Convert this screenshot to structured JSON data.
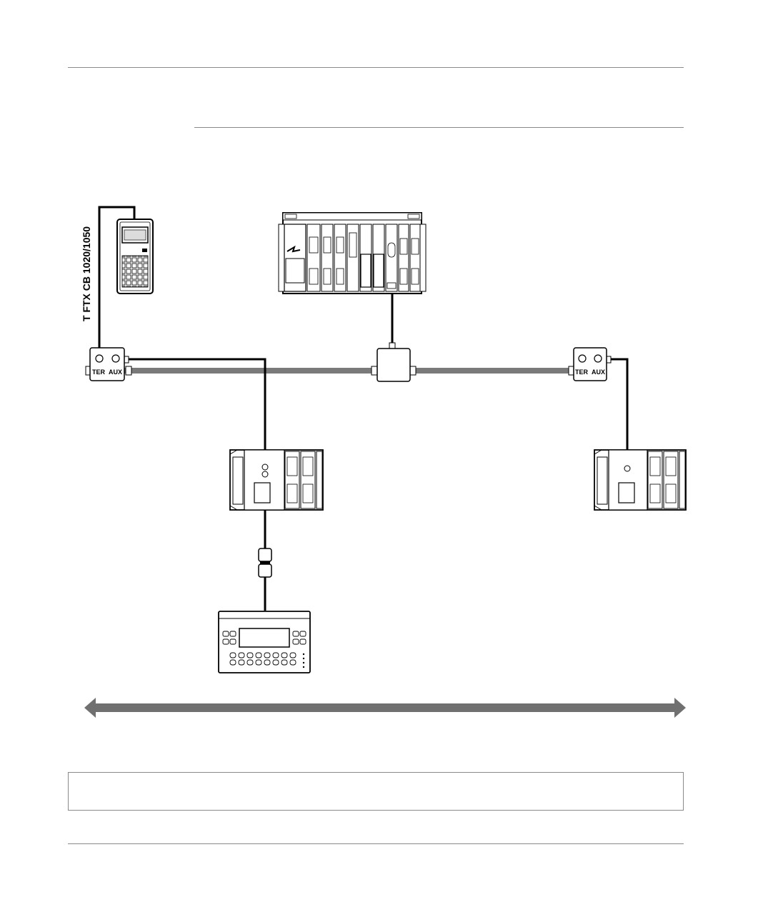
{
  "cable_label": "T FTX CB 1020/1050",
  "tap_left": {
    "ter": "TER",
    "aux": "AUX"
  },
  "tap_right": {
    "ter": "TER",
    "aux": "AUX"
  }
}
